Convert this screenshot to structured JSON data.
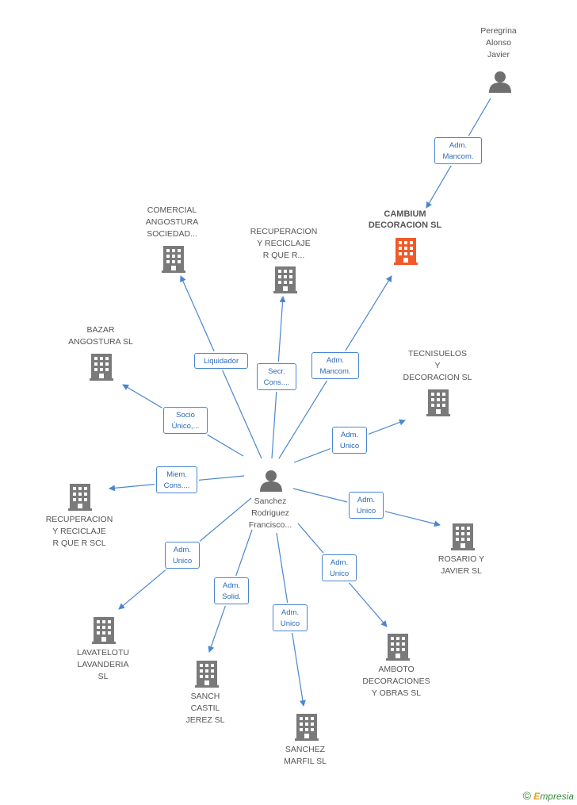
{
  "colors": {
    "edge": "#4a86d0",
    "company": "#7a7a7a",
    "focus": "#f05a28",
    "person": "#6f6f6f"
  },
  "nodes": {
    "peregrina": {
      "label": "Peregrina\nAlonso\nJavier",
      "type": "person"
    },
    "cambium": {
      "label": "CAMBIUM\nDECORACION SL",
      "type": "company-focus"
    },
    "comercial": {
      "label": "COMERCIAL\nANGOSTURA\nSOCIEDAD...",
      "type": "company"
    },
    "recuperacion_top": {
      "label": "RECUPERACION\nY RECICLAJE\nR QUE R...",
      "type": "company"
    },
    "bazar": {
      "label": "BAZAR\nANGOSTURA SL",
      "type": "company"
    },
    "tecnisuelos": {
      "label": "TECNISUELOS\nY\nDECORACION SL",
      "type": "company"
    },
    "sanchez": {
      "label": "Sanchez\nRodriguez\nFrancisco...",
      "type": "person"
    },
    "recuperacion_left": {
      "label": "RECUPERACION\nY RECICLAJE\nR QUE R SCL",
      "type": "company"
    },
    "rosario": {
      "label": "ROSARIO Y\nJAVIER SL",
      "type": "company"
    },
    "lavatelotu": {
      "label": "LAVATELOTU\nLAVANDERIA\nSL",
      "type": "company"
    },
    "sanch_castil": {
      "label": "SANCH\nCASTIL\nJEREZ SL",
      "type": "company"
    },
    "sanchez_marfil": {
      "label": "SANCHEZ\nMARFIL SL",
      "type": "company"
    },
    "amboto": {
      "label": "AMBOTO\nDECORACIONES\nY OBRAS  SL",
      "type": "company"
    }
  },
  "edges": {
    "peregrina_cambium": "Adm.\nMancom.",
    "sanchez_comercial": "Liquidador",
    "sanchez_recuperacion_top": "Secr.\nCons....",
    "sanchez_cambium": "Adm.\nMancom.",
    "sanchez_bazar": "Socio\nÚnico,...",
    "sanchez_tecnisuelos": "Adm.\nUnico",
    "sanchez_recuperacion_left": "Miem.\nCons....",
    "sanchez_rosario": "Adm.\nUnico",
    "sanchez_lavatelotu": "Adm.\nUnico",
    "sanchez_sanch_castil": "Adm.\nSolid.",
    "sanchez_sanchez_marfil": "Adm.\nUnico",
    "sanchez_amboto": "Adm.\nUnico"
  },
  "footer": {
    "copyright": "©",
    "brand_first": "E",
    "brand_rest": "mpresia"
  }
}
